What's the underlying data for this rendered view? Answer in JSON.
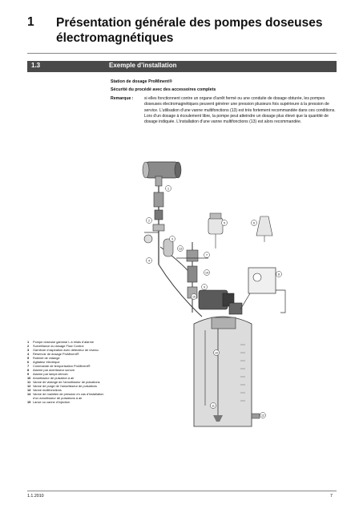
{
  "chapter": {
    "number": "1",
    "title": "Présentation générale des pompes doseuses électromagnétiques"
  },
  "section": {
    "number": "1.3",
    "title": "Exemple d’installation"
  },
  "subtitle1": "Station de dosage ProMinent®",
  "subtitle2": "Sécurité du procédé avec des accessoires complets",
  "remark": {
    "label": "Remarque :",
    "text": "si elles fonctionnent contre un organe d’arrêt fermé ou une conduite de dosage obturée, les pompes doseuses électromagnétiques peuvent générer une pression plusieurs fois supérieure à la pression de service. L’utilisation d’une vanne multifonctions (13) est très fortement recommandée dans ces conditions. Lors d’un dosage à écoulement libre, la pompe peut atteindre un dosage plus élevé que la quantité de dosage indiquée. L’installation d’une vanne multifonctions (13) est alors recommandée."
  },
  "legend": [
    {
      "num": "1",
      "text": "Pompe doseuse gamma/ L à relais d’alarme"
    },
    {
      "num": "2",
      "text": "Surveillance du dosage Flow Control"
    },
    {
      "num": "3",
      "text": "Garniture d’aspiration avec détecteur de niveau"
    },
    {
      "num": "4",
      "text": "Réservoir de dosage ProMinent®"
    },
    {
      "num": "5",
      "text": "Robinet de vidange"
    },
    {
      "num": "6",
      "text": "Agitateur électrique"
    },
    {
      "num": "7",
      "text": "Commande de temporisation ProMinent®"
    },
    {
      "num": "8",
      "text": "Alarme par avertisseur sonore"
    },
    {
      "num": "9",
      "text": "Alarme par lampe-témoin"
    },
    {
      "num": "10",
      "text": "Amortisseur de pulsation à air"
    },
    {
      "num": "11",
      "text": "Vanne de vidange de l’amortisseur de pulsations"
    },
    {
      "num": "12",
      "text": "Vanne de purge de l’amortisseur de pulsations"
    },
    {
      "num": "13",
      "text": "Vanne multifonctions"
    },
    {
      "num": "14",
      "text": "Vanne de maintien de pression en cas d’installation d’un amortisseur de pulsations à air"
    },
    {
      "num": "15",
      "text": "Lance ou canne d’injection"
    }
  ],
  "diagram_labels": [
    "1",
    "2",
    "3",
    "4",
    "5",
    "6",
    "7",
    "8",
    "9",
    "10",
    "11",
    "12",
    "13",
    "14",
    "15"
  ],
  "footer": {
    "date": "1.1.2010",
    "page": "7"
  },
  "colors": {
    "section_bar": "#4a4a4a",
    "tank_fill": "#dcdcdc",
    "pump_fill": "#555555",
    "line": "#333333"
  }
}
